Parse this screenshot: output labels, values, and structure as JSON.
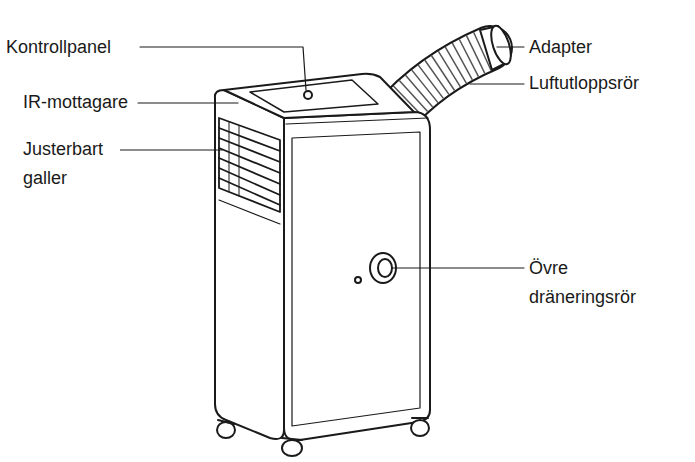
{
  "diagram": {
    "labels": [
      "Kontrollpanel",
      "IR-mottagare",
      "Justerbart galler",
      "Adapter",
      "Luftutloppsrör",
      "Övre dräneringsrör"
    ]
  }
}
